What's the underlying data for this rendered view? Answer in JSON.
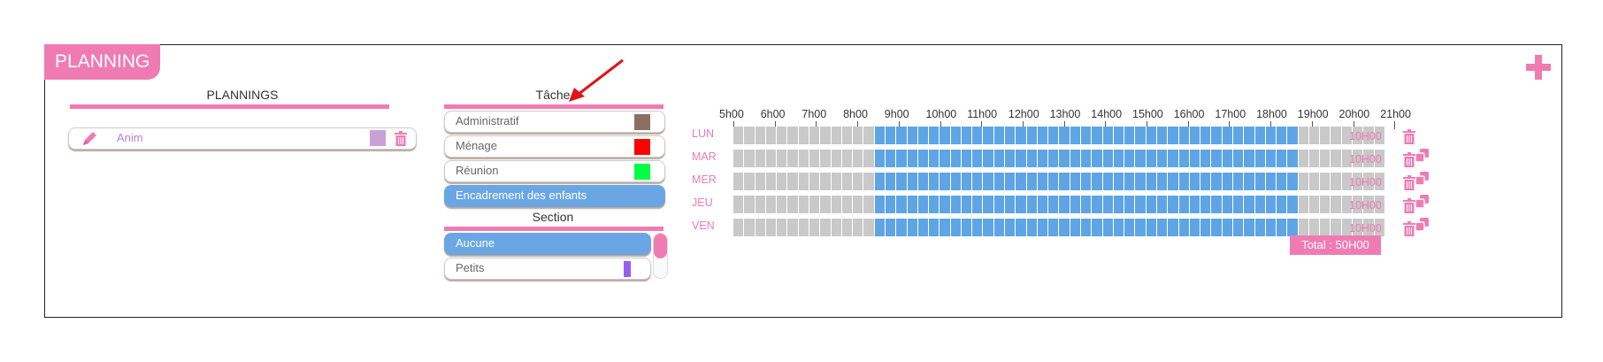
{
  "header": {
    "title": "PLANNING"
  },
  "plannings": {
    "title": "PLANNINGS",
    "items": [
      {
        "name": "Anim",
        "color": "#c9a0d8"
      }
    ]
  },
  "tache": {
    "title": "Tâche",
    "items": [
      {
        "label": "Administratif",
        "color": "#8c6e62",
        "selected": false
      },
      {
        "label": "Ménage",
        "color": "#ff0000",
        "selected": false
      },
      {
        "label": "Réunion",
        "color": "#00ff44",
        "selected": false
      },
      {
        "label": "Encadrement des enfants",
        "color": "",
        "selected": true
      }
    ]
  },
  "section": {
    "title": "Section",
    "items": [
      {
        "label": "Aucune",
        "color": "",
        "selected": true
      },
      {
        "label": "Petits",
        "color": "#9a5cf0",
        "selected": false
      }
    ]
  },
  "schedule": {
    "hours": [
      "5h00",
      "6h00",
      "7h00",
      "8h00",
      "9h00",
      "10h00",
      "11h00",
      "12h00",
      "13h00",
      "14h00",
      "15h00",
      "16h00",
      "17h00",
      "18h00",
      "19h00",
      "20h00",
      "21h00"
    ],
    "slot_count": 60,
    "active_from_slot": 13,
    "active_to_slot": 52,
    "days": [
      {
        "label": "LUN",
        "total": "10H00"
      },
      {
        "label": "MAR",
        "total": "10H00"
      },
      {
        "label": "MER",
        "total": "10H00"
      },
      {
        "label": "JEU",
        "total": "10H00"
      },
      {
        "label": "VEN",
        "total": "10H00"
      }
    ],
    "grand_total": "Total : 50H00"
  },
  "colors": {
    "accent": "#f07bb3",
    "selected": "#6aa6e4",
    "slot_off": "#c9c9c9",
    "slot_on": "#5ea5e6"
  }
}
